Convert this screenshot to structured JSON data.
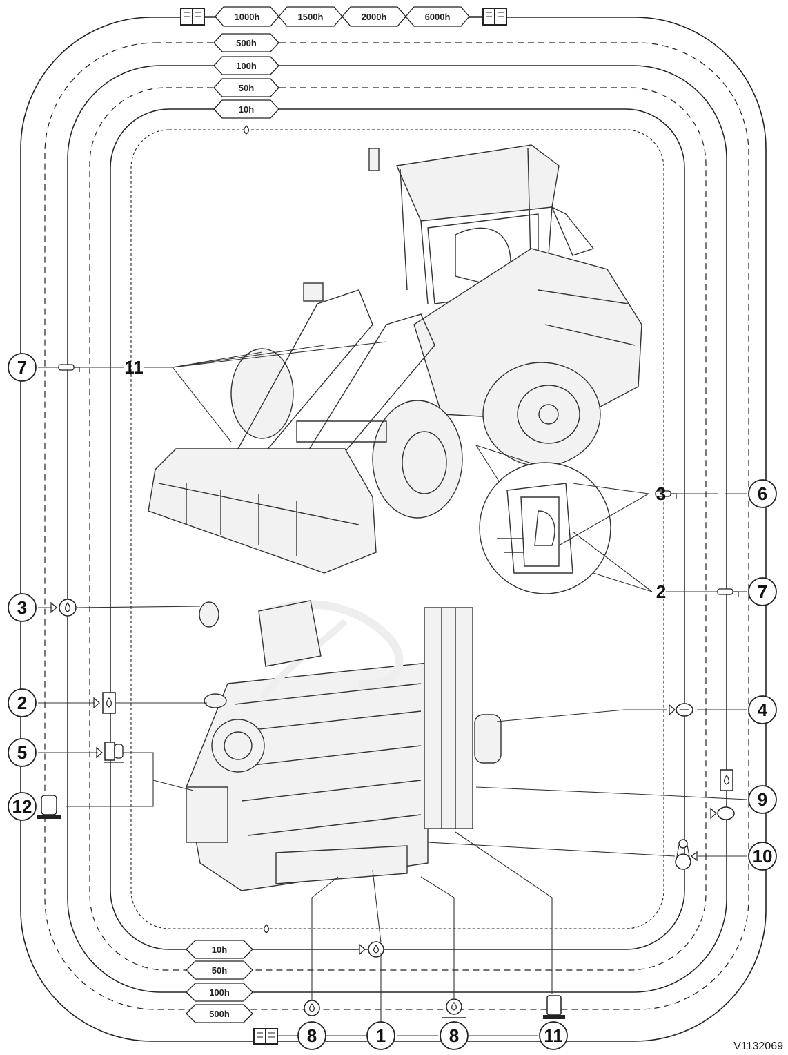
{
  "figure_ref": "V1132069",
  "intervals": {
    "top_row": [
      "1000h",
      "1500h",
      "2000h",
      "6000h"
    ],
    "top_stack": [
      "500h",
      "100h",
      "50h",
      "10h"
    ],
    "bottom_stack": [
      "10h",
      "50h",
      "100h",
      "500h"
    ]
  },
  "callouts": {
    "left": [
      "7",
      "3",
      "2",
      "5",
      "12"
    ],
    "right": [
      "6",
      "7",
      "4",
      "9",
      "10"
    ],
    "bottom": [
      "8",
      "1",
      "8",
      "11"
    ],
    "inner": [
      "11",
      "3",
      "2"
    ]
  },
  "icons": {
    "top_left_book": "manual-book-icon",
    "top_right_book": "manual-book-icon",
    "bottom_book": "manual-book-icon",
    "grease": "grease-gun-icon",
    "oil_level": "oil-drop-check-icon",
    "oil_change": "oil-drop-drain-icon",
    "filter": "filter-icon",
    "fuel_filter": "fuel-filter-icon",
    "water_sep": "water-separator-icon",
    "belt": "belt-tensioner-icon",
    "vent": "breather-icon"
  }
}
